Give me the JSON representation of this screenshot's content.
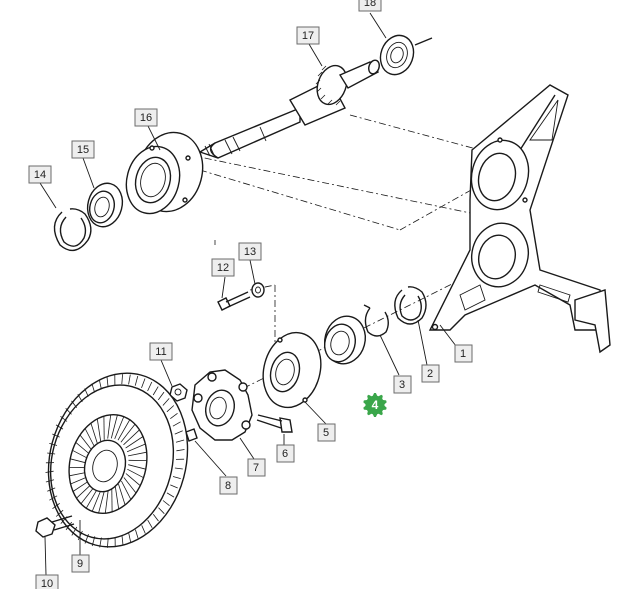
{
  "callouts": [
    {
      "id": "1",
      "text": "1"
    },
    {
      "id": "2",
      "text": "2"
    },
    {
      "id": "3",
      "text": "3"
    },
    {
      "id": "4",
      "text": "4"
    },
    {
      "id": "5",
      "text": "5"
    },
    {
      "id": "6",
      "text": "6"
    },
    {
      "id": "7",
      "text": "7"
    },
    {
      "id": "8",
      "text": "8"
    },
    {
      "id": "9",
      "text": "9"
    },
    {
      "id": "10",
      "text": "10"
    },
    {
      "id": "11",
      "text": "11"
    },
    {
      "id": "12",
      "text": "12"
    },
    {
      "id": "13",
      "text": "13"
    },
    {
      "id": "14",
      "text": "14"
    },
    {
      "id": "15",
      "text": "15"
    },
    {
      "id": "16",
      "text": "16"
    },
    {
      "id": "17",
      "text": "17"
    },
    {
      "id": "18",
      "text": "18"
    }
  ],
  "highlight": {
    "callout": "4",
    "color": "#3aa64a"
  }
}
